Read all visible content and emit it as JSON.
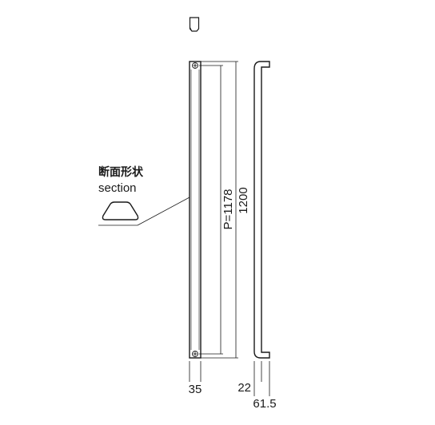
{
  "labels": {
    "section_jp": "断面形状",
    "section_en": "section"
  },
  "dimensions": {
    "pitch": "P=1178",
    "length": "1200",
    "width": "35",
    "standoff": "22",
    "depth": "61.5"
  },
  "colors": {
    "line": "#1a1a1a",
    "background": "#ffffff"
  }
}
